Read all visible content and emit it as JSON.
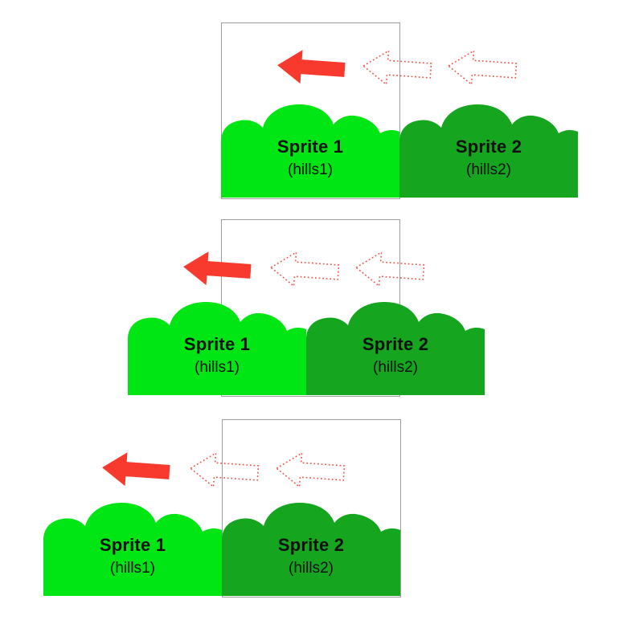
{
  "figure": {
    "type": "scrolling-backdrop tutorial diagram",
    "steps": 3,
    "scroll_direction": "left"
  },
  "colors": {
    "sprite1_green": "#00e514",
    "sprite2_green": "#15a51e",
    "solid_arrow_red": "#f8392e",
    "dotted_arrow_red": "#e8564d",
    "frame_border_gray": "#9c9c9c",
    "label_text": "#101010",
    "background": "#ffffff"
  },
  "icons": {
    "solid_arrow": "arrow-left-solid",
    "dotted_arrow": "arrow-left-dotted-outline"
  },
  "panels": [
    {
      "step": 1,
      "sprites": [
        {
          "name": "Sprite 1",
          "costume": "(hills1)"
        },
        {
          "name": "Sprite 2",
          "costume": "(hills2)"
        }
      ]
    },
    {
      "step": 2,
      "sprites": [
        {
          "name": "Sprite 1",
          "costume": "(hills1)"
        },
        {
          "name": "Sprite 2",
          "costume": "(hills2)"
        }
      ]
    },
    {
      "step": 3,
      "sprites": [
        {
          "name": "Sprite 1",
          "costume": "(hills1)"
        },
        {
          "name": "Sprite 2",
          "costume": "(hills2)"
        }
      ]
    }
  ]
}
